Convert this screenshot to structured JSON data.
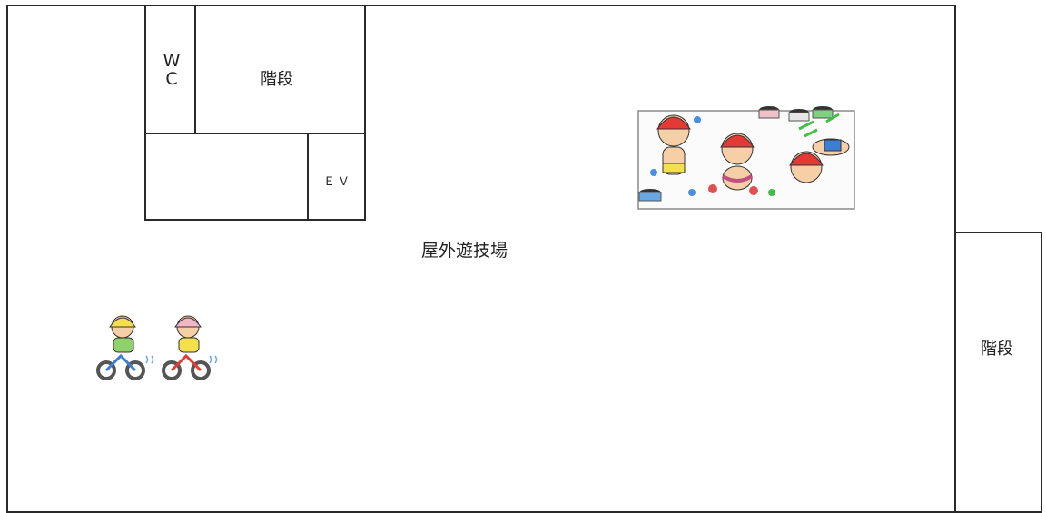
{
  "floorplan": {
    "outdoor_area_label": "屋外遊技場",
    "stairs_upper_label": "階段",
    "wc_label_line1": "W",
    "wc_label_line2": "C",
    "ev_label": "ＥＶ",
    "stairs_right_label": "階段"
  },
  "illustrations": {
    "painting": "children-body-painting-illustration",
    "tricycles": "children-riding-tricycles-illustration"
  }
}
